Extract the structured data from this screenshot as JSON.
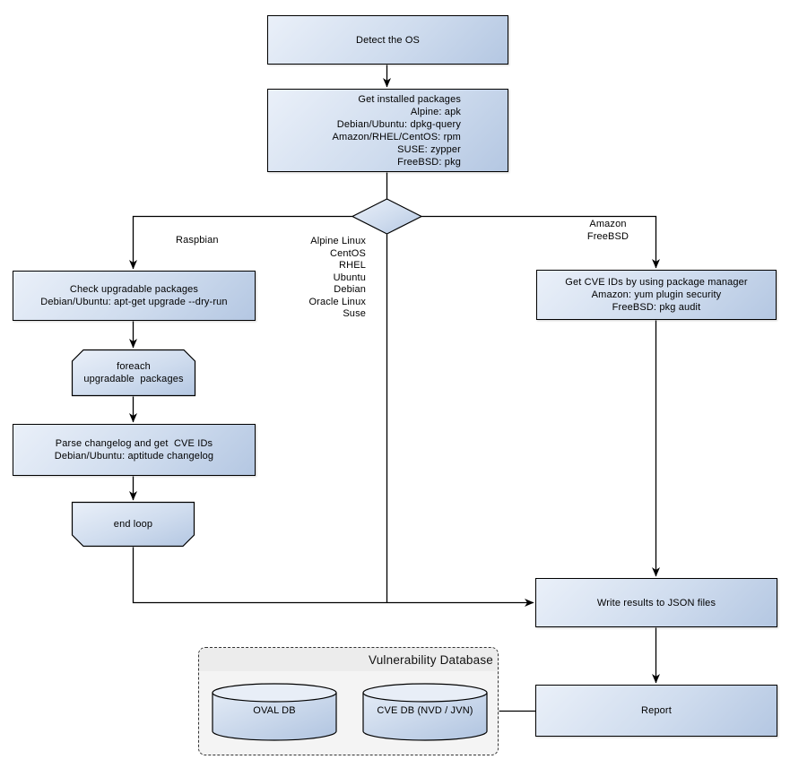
{
  "colors": {
    "node_fill_light": "#eaf0f9",
    "node_fill_dark": "#b4c7e2",
    "node_border": "#000000",
    "container_bg": "#f4f4f4",
    "container_header_bg": "#ececec",
    "line": "#000000"
  },
  "nodes": {
    "detect_os": "Detect the OS",
    "get_installed_packages": "Get installed packages\nAlpine: apk\nDebian/Ubuntu: dpkg-query\nAmazon/RHEL/CentOS: rpm\nSUSE: zypper\nFreeBSD: pkg",
    "check_upgradable": "Check upgradable packages\nDebian/Ubuntu: apt-get upgrade --dry-run",
    "foreach_loop": "foreach\nupgradable  packages",
    "parse_changelog": "Parse changelog and get  CVE IDs\nDebian/Ubuntu: aptitude changelog",
    "end_loop": "end loop",
    "get_cve_ids": "Get CVE IDs by using package manager\nAmazon: yum plugin security\nFreeBSD: pkg audit",
    "write_results": "Write results to JSON files",
    "report": "Report"
  },
  "edge_labels": {
    "raspbian": "Raspbian",
    "os_list": "Alpine Linux\nCentOS\nRHEL\nUbuntu\nDebian\nOracle Linux\nSuse",
    "amazon_freebsd": "Amazon\nFreeBSD"
  },
  "database": {
    "title": "Vulnerability Database",
    "cylinders": [
      "OVAL DB",
      "CVE DB (NVD / JVN)"
    ]
  }
}
